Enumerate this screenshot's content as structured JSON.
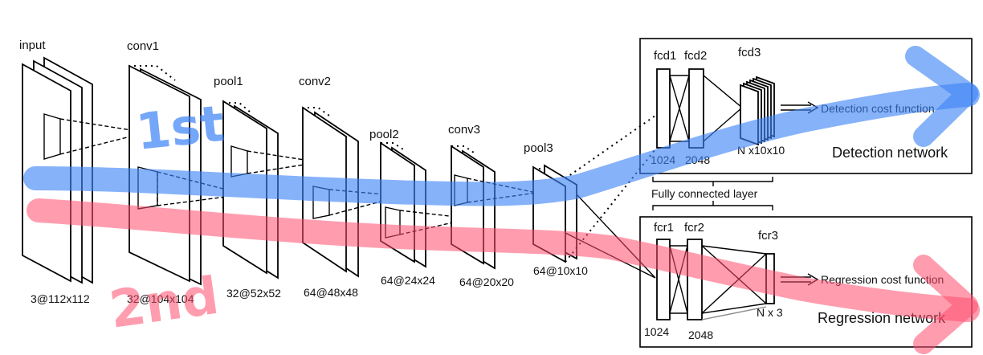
{
  "layers": {
    "input": "input",
    "conv1": "conv1",
    "pool1": "pool1",
    "conv2": "conv2",
    "pool2": "pool2",
    "conv3": "conv3",
    "pool3": "pool3"
  },
  "dims": {
    "input": "3@112x112",
    "conv1": "32@104x104",
    "pool1": "32@52x52",
    "conv2": "64@48x48",
    "pool2": "64@24x24",
    "conv3": "64@20x20",
    "pool3": "64@10x10"
  },
  "detection": {
    "fc1": "fcd1",
    "fc2": "fcd2",
    "fc3": "fcd3",
    "size1": "1024",
    "size2": "2048",
    "size3": "N x10x10",
    "cost": "Detection cost function",
    "title": "Detection network"
  },
  "regression": {
    "fc1": "fcr1",
    "fc2": "fcr2",
    "fc3": "fcr3",
    "size1": "1024",
    "size2": "2048",
    "size3": "N x 3",
    "cost": "Regression cost function",
    "title": "Regression network"
  },
  "fully_connected": "Fully connected layer",
  "annotations": {
    "first": "1st",
    "second": "2nd",
    "first_color": "#3b82f6",
    "second_color": "#ff4d6d"
  }
}
